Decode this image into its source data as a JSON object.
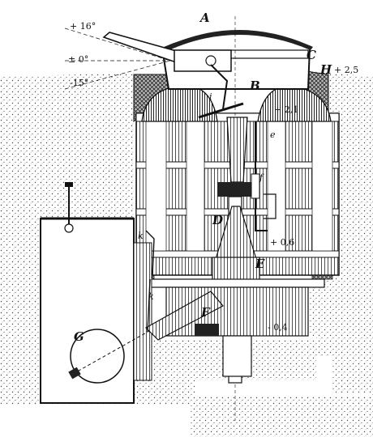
{
  "figure": {
    "labels": {
      "A": "A",
      "B": "B",
      "C": "C",
      "D": "D",
      "E": "E",
      "F": "F",
      "G": "G",
      "H": "H",
      "i": "i",
      "e": "e",
      "f": "f",
      "k_upper": "k",
      "k_lower": "k"
    },
    "angles": {
      "up": "+ 16°",
      "level": "± 0°",
      "down": "-15°"
    },
    "elevations": {
      "ground": "+ 2,5",
      "deck": "+ 2,1",
      "mid": "+ 0,6",
      "floor": "- 0,4"
    }
  }
}
